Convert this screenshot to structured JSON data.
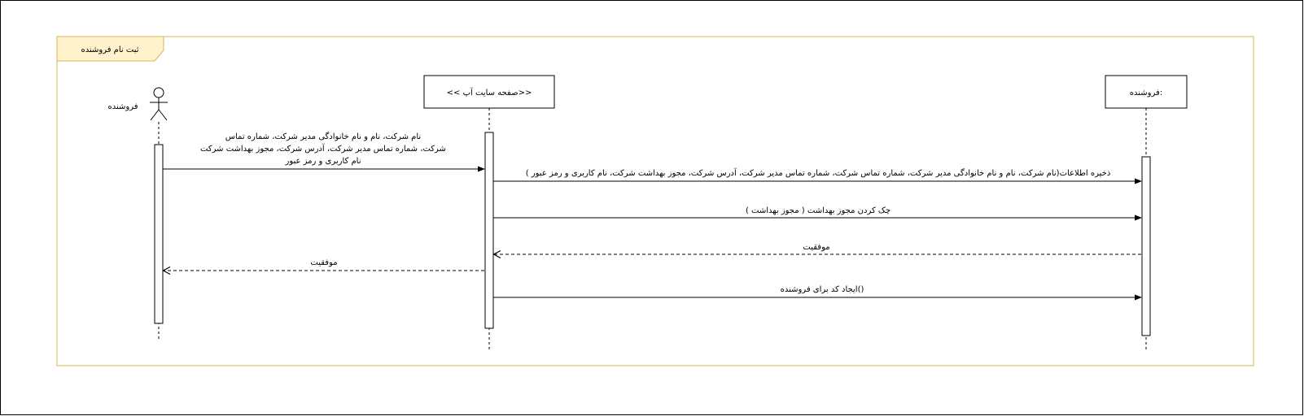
{
  "frame": {
    "title": "ثبت نام فروشنده",
    "border_color": "#d6b656",
    "tab_fill": "#fff2cc"
  },
  "actor": {
    "label": "فروشنده"
  },
  "lifelines": {
    "page": "<< صفحه سایت آپ>>",
    "seller": "فروشنده:"
  },
  "messages": {
    "m1": {
      "lines": [
        "نام شرکت، نام و نام خانوادگی مدیر شرکت، شماره تماس",
        "شرکت، شماره تماس مدیر شرکت، آدرس شرکت، مجوز بهداشت شرکت",
        "نام کاربری و رمز عبور"
      ]
    },
    "m2": "ذخیره اطلاعات(نام شرکت، نام و نام خانوادگی مدیر شرکت، شماره تماس شرکت، شماره تماس مدیر شرکت، آدرس شرکت، مجوز بهداشت شرکت، نام کاربری و رمز عبور )",
    "m3": "چک کردن مجوز بهداشت ( مجوز بهداشت )",
    "m4": "موفقیت",
    "m5": "موفقیت",
    "m6": "ایجاد کد برای فروشنده()"
  }
}
